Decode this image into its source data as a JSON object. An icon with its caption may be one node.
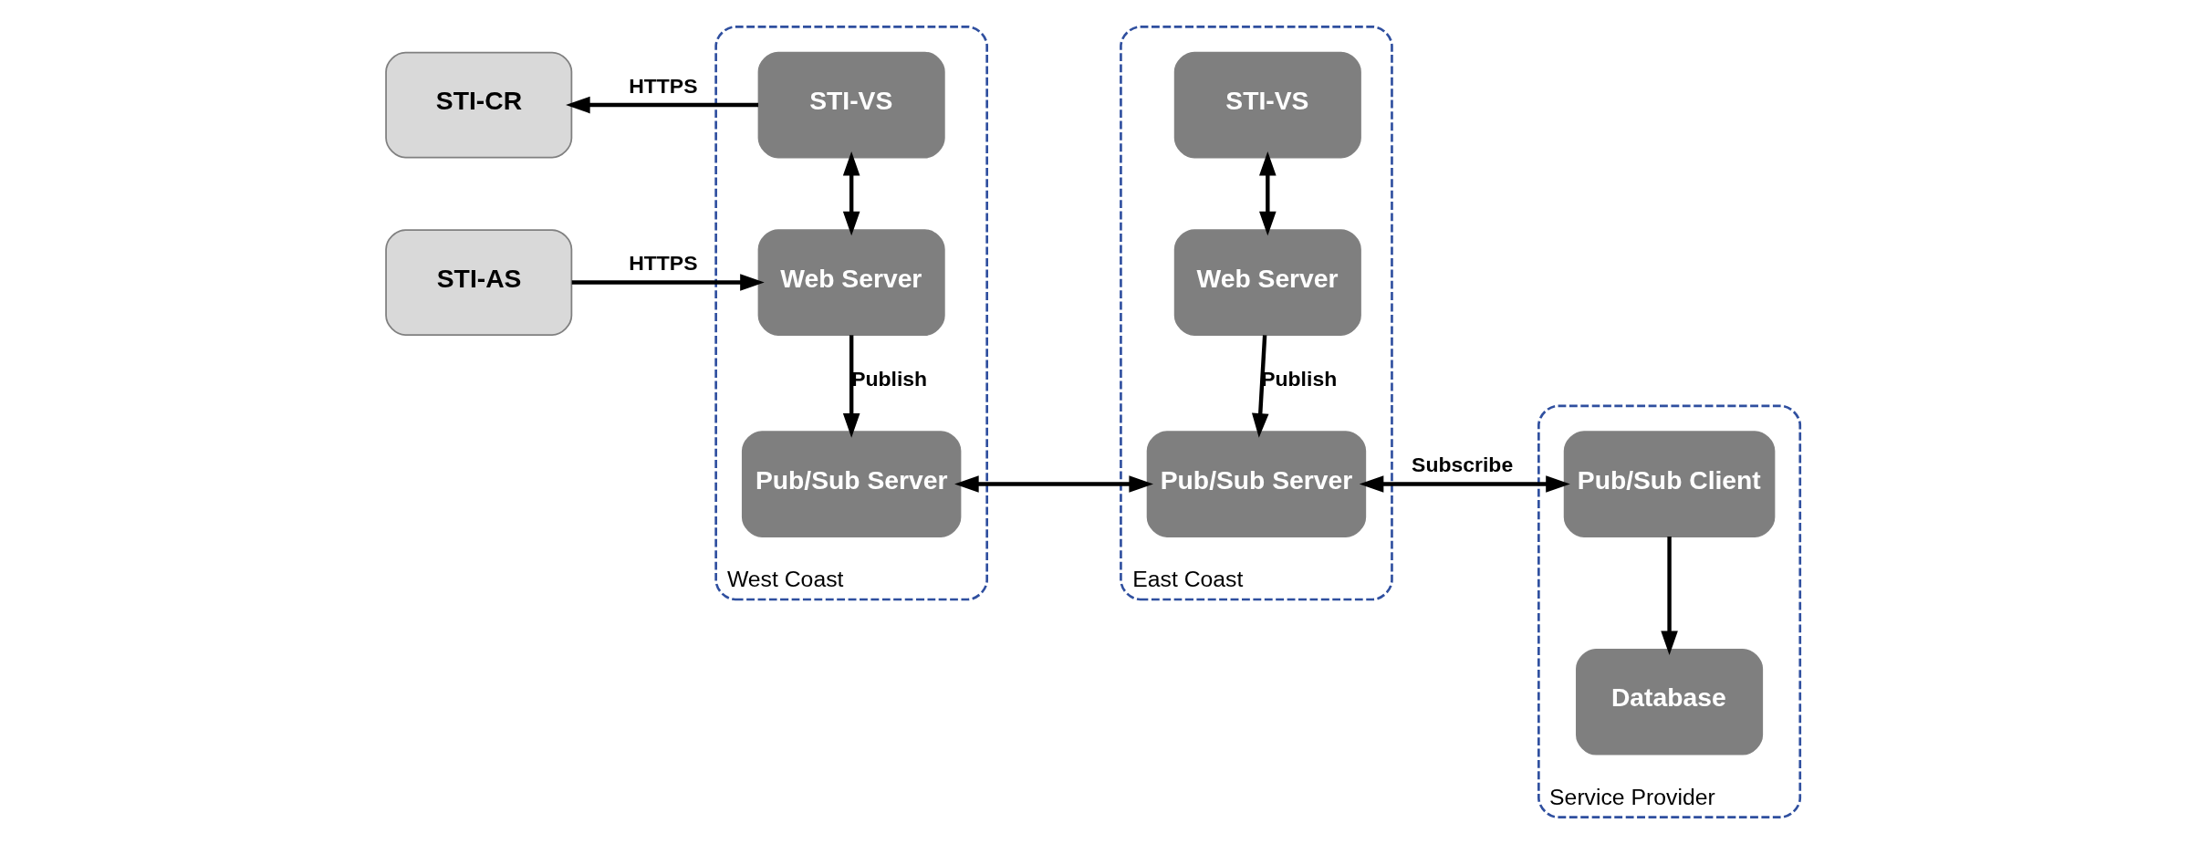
{
  "diagram": {
    "nodes": [
      {
        "text": [
          "STI-CR"
        ]
      },
      {
        "text": [
          "STI-AS"
        ]
      },
      {
        "text": [
          "West Coast"
        ]
      },
      {
        "text": [
          "STI-VS"
        ],
        "in": 2
      },
      {
        "text": [
          "Web Server"
        ],
        "in": 2
      },
      {
        "text": [
          "Pub/Sub Server"
        ],
        "in": 2
      },
      {
        "text": [
          "East Coast"
        ]
      },
      {
        "text": [
          "STI-VS"
        ],
        "in": 6
      },
      {
        "text": [
          "Web Server"
        ],
        "in": 6
      },
      {
        "text": [
          "Pub/Sub Server"
        ],
        "in": 6
      },
      {
        "text": [
          "Service Provider"
        ]
      },
      {
        "text": [
          "Pub/Sub Client"
        ],
        "in": 10
      },
      {
        "text": [
          "Database"
        ],
        "in": 10
      }
    ],
    "edges": [
      {
        "from": 3,
        "to": 0,
        "arrow": "to",
        "label": "HTTPS"
      },
      {
        "from": 3,
        "to": 4,
        "arrow": "both"
      },
      {
        "from": 1,
        "to": 4,
        "arrow": "to",
        "label": "HTTPS"
      },
      {
        "from": 4,
        "to": 5,
        "arrow": "to",
        "label": "Publish"
      },
      {
        "from": 5,
        "to": 9,
        "arrow": "both"
      },
      {
        "from": 7,
        "to": 8,
        "arrow": "both"
      },
      {
        "from": 8,
        "to": 9,
        "arrow": "to",
        "label": "Publish"
      },
      {
        "from": 9,
        "to": 11,
        "arrow": "both",
        "label": "Subscribe"
      },
      {
        "from": 11,
        "to": 12,
        "arrow": "to"
      }
    ]
  }
}
